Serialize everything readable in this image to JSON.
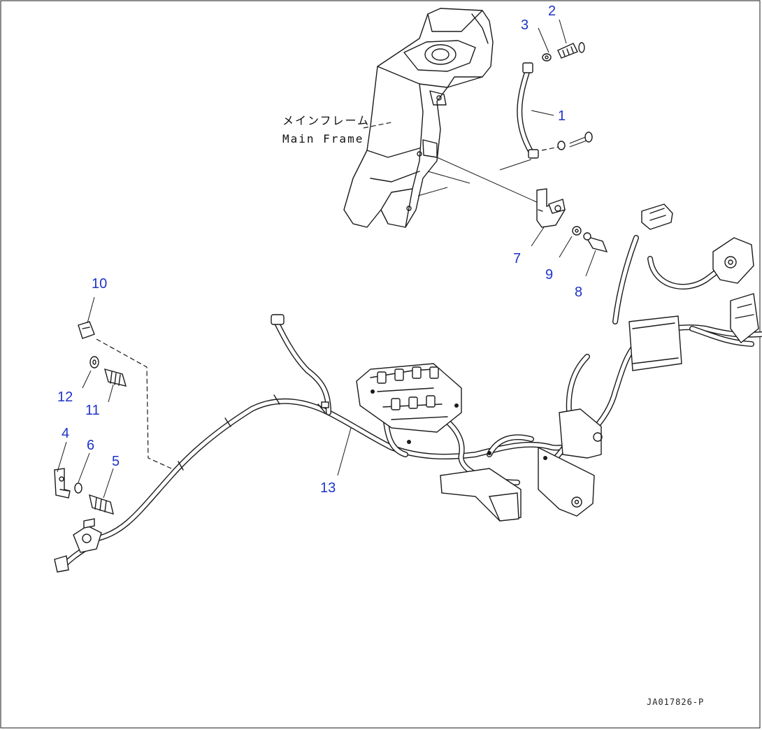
{
  "frame_label": {
    "japanese": "メインフレーム",
    "english": "Main Frame"
  },
  "drawing_code": "JA017826-P",
  "callouts": [
    "1",
    "2",
    "3",
    "4",
    "5",
    "6",
    "7",
    "8",
    "9",
    "10",
    "11",
    "12",
    "13"
  ]
}
